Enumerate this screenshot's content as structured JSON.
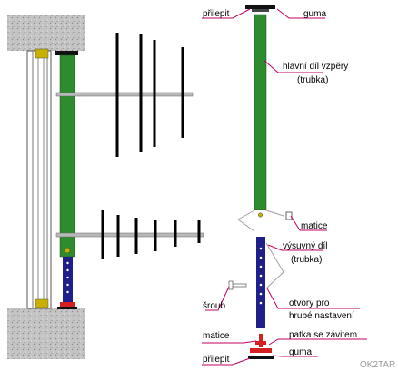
{
  "labels": {
    "prilepit_top": "přilepit",
    "guma_top": "guma",
    "hlavni_dil_1": "hlavní díl vzpěry",
    "hlavni_dil_2": "(trubka)",
    "matice_mid": "matice",
    "vysuvny_1": "výsuvný díl",
    "vysuvny_2": "(trubka)",
    "sroub": "šroub",
    "otvory_1": "otvory pro",
    "otvory_2": "hrubé nastavení",
    "matice_bottom": "matice",
    "patka": "patka se závitem",
    "prilepit_bottom": "přilepit",
    "guma_bottom": "guma"
  },
  "watermark": "OK2TAR",
  "colors": {
    "tube_green": "#2e8b2e",
    "tube_blue": "#1f1f8c",
    "label_line": "#c00060",
    "foot_red": "#d42020",
    "wall_gray": "#c8c8c8",
    "guide_gray": "#a0a0a0"
  }
}
